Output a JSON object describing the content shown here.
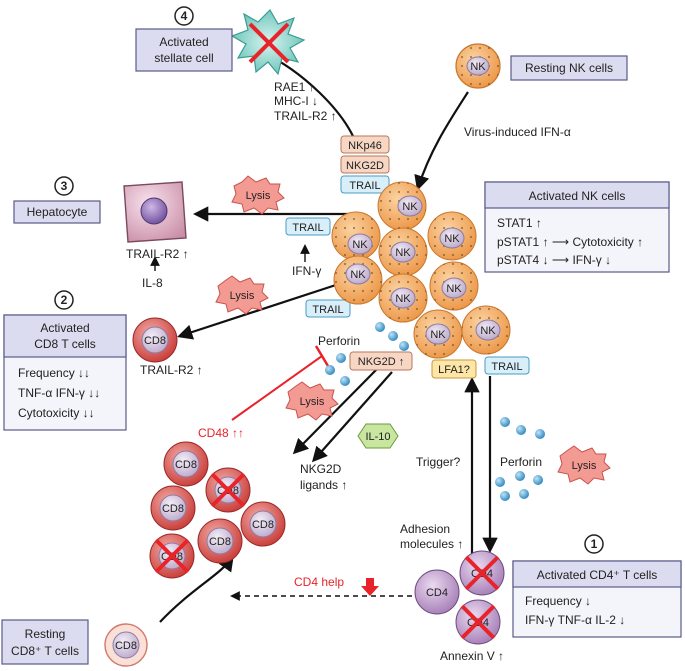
{
  "boxes": {
    "stellate": [
      "Activated",
      "stellate cell"
    ],
    "resting_nk": "Resting NK cells",
    "hepatocyte": "Hepatocyte",
    "activated_nk": {
      "title": "Activated NK cells",
      "lines": [
        "STAT1 ↑",
        "pSTAT1 ↑ ⟶ Cytotoxicity ↑",
        "pSTAT4 ↓ ⟶ IFN-γ ↓"
      ]
    },
    "cd8_activated": {
      "title": [
        "Activated",
        "CD8 T cells"
      ],
      "lines": [
        "Frequency ↓↓",
        "TNF-α IFN-γ ↓↓",
        "Cytotoxicity ↓↓"
      ]
    },
    "cd4_activated": {
      "title": "Activated CD4⁺ T cells",
      "lines": [
        "Frequency ↓",
        "IFN-γ TNF-α IL-2 ↓"
      ]
    },
    "resting_cd8": [
      "Resting",
      "CD8⁺ T cells"
    ]
  },
  "numbers": [
    "1",
    "2",
    "3",
    "4"
  ],
  "labels": {
    "rae1": "RAE1 ↑",
    "mhc1": "MHC-I ↓",
    "trail_r2_stellate": "TRAIL-R2 ↑",
    "virus_ifn": "Virus-induced IFN-α",
    "nkp46": "NKp46",
    "nkg2d": "NKG2D",
    "trail": "TRAIL",
    "lysis": "Lysis",
    "trail_r2_hep": "TRAIL-R2 ↑",
    "il8": "IL-8",
    "ifn_gamma": "IFN-γ",
    "trail_r2_cd8": "TRAIL-R2 ↑",
    "perforin": "Perforin",
    "nkg2d_up": "NKG2D ↑",
    "lfa1": "LFA1?",
    "cd48": "CD48 ↑↑",
    "il10": "IL-10",
    "nkg2d_ligands": [
      "NKG2D",
      "ligands ↑"
    ],
    "trigger": "Trigger?",
    "adhesion": [
      "Adhesion",
      "molecules ↑"
    ],
    "cd4_help": "CD4 help",
    "annexin": "Annexin V ↑",
    "nk": "NK",
    "cd8": "CD8",
    "cd4": "CD4"
  },
  "colors": {
    "box_fill": "#dcdcf0",
    "box_stroke": "#5a5a8a",
    "nk_fill": "#f2a85a",
    "cd8_fill": "#d9534f",
    "cd4_fill": "#b78bc4",
    "lysis_fill": "#f39a93",
    "trail_fill": "#d8eef8",
    "nkg2d_fill": "#f7d6c4",
    "lfa1_fill": "#fde6a8",
    "il10_fill": "#c8e6a0",
    "perforin_fill": "#4ba5d6",
    "red": "#e8242a"
  }
}
